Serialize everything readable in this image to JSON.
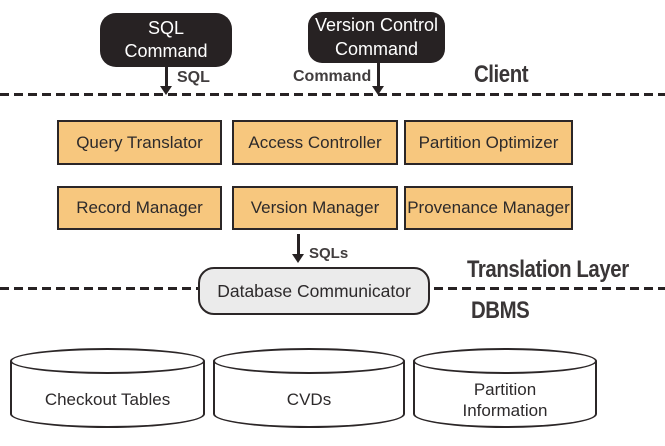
{
  "colors": {
    "dark_box": "#272223",
    "module_fill": "#F7C77E",
    "module_border": "#2B2627",
    "communicator_fill": "#EBEBEB",
    "label_gray": "#3A3637",
    "background": "#FFFFFF"
  },
  "client": {
    "label": "Client",
    "sql_box": {
      "line1": "SQL",
      "line2": "Command"
    },
    "vc_box": {
      "line1": "Version Control",
      "line2": "Command"
    },
    "sql_arrow_label": "SQL",
    "command_arrow_label": "Command"
  },
  "translation": {
    "label": "Translation Layer",
    "modules": [
      "Query Translator",
      "Access Controller",
      "Partition Optimizer",
      "Record Manager",
      "Version Manager",
      "Provenance Manager"
    ],
    "sqls_arrow_label": "SQLs",
    "communicator": "Database Communicator"
  },
  "dbms": {
    "label": "DBMS",
    "stores": [
      {
        "line1": "Checkout Tables",
        "line2": ""
      },
      {
        "line1": "CVDs",
        "line2": ""
      },
      {
        "line1": "Partition",
        "line2": "Information"
      }
    ]
  }
}
